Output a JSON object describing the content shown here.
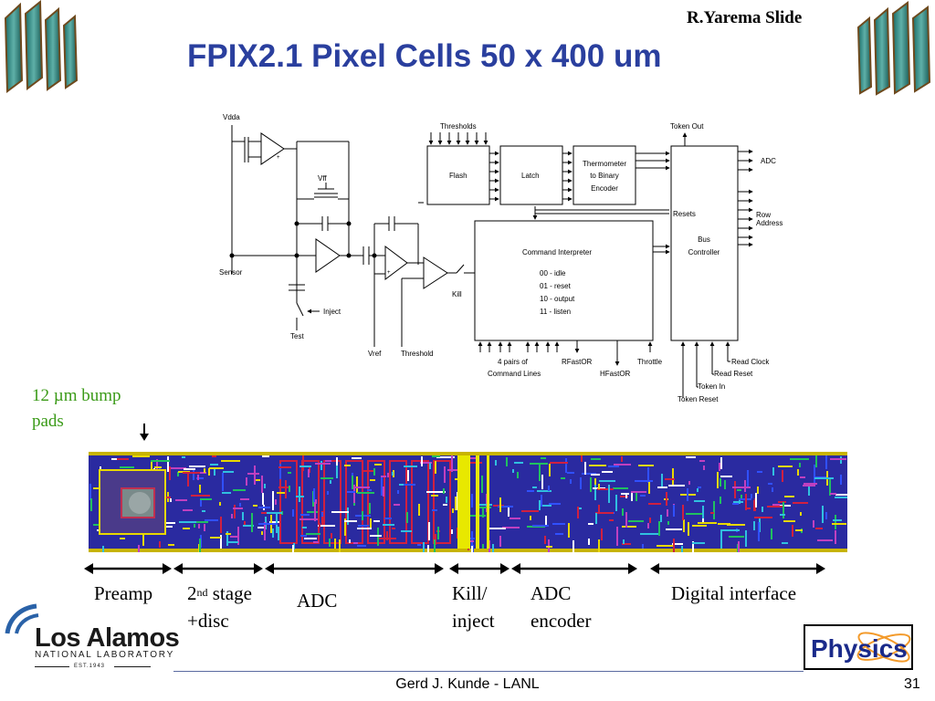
{
  "slide": {
    "title": "FPIX2.1 Pixel Cells 50 x 400 um",
    "credit": "R.Yarema Slide",
    "bump_note": "12 µm bump pads",
    "footer": "Gerd J. Kunde - LANL",
    "page_number": "31"
  },
  "schematic": {
    "vdda": "Vdda",
    "vff": "Vff",
    "sensor": "Sensor",
    "inject": "Inject",
    "test": "Test",
    "vref": "Vref",
    "threshold": "Threshold",
    "kill": "Kill",
    "thresholds": "Thresholds",
    "flash": "Flash",
    "latch": "Latch",
    "thermometer": [
      "Thermometer",
      "to Binary",
      "Encoder"
    ],
    "token_out": "Token Out",
    "adc": "ADC",
    "row_address": [
      "Row",
      "Address"
    ],
    "resets": "Resets",
    "bus_controller": [
      "Bus",
      "Controller"
    ],
    "command_interpreter": "Command Interpreter",
    "commands": [
      "00 - idle",
      "01 - reset",
      "10 - output",
      "11 - listen"
    ],
    "command_lines": [
      "4 pairs of",
      "Command Lines"
    ],
    "rfastor": "RFastOR",
    "hfastor": "HFastOR",
    "throttle": "Throttle",
    "read_clock": "Read Clock",
    "read_reset": "Read Reset",
    "token_in": "Token In",
    "token_reset": "Token Reset"
  },
  "sections": {
    "preamp": "Preamp",
    "second_stage_num": "2",
    "second_stage_sup": "nd",
    "second_stage_word": "stage",
    "disc": "+disc",
    "adc": "ADC",
    "kill": "Kill/",
    "inject": "inject",
    "adc_encoder_1": "ADC",
    "adc_encoder_2": "encoder",
    "digital_interface": "Digital interface"
  },
  "logos": {
    "lanl_name": "Los Alamos",
    "lanl_sub": "NATIONAL LABORATORY",
    "lanl_est": "EST.1943",
    "physics": "Physics"
  },
  "colors": {
    "title": "#2a3f9e",
    "bump_note": "#3a9a17",
    "chip_background": "#2a2aa0"
  }
}
